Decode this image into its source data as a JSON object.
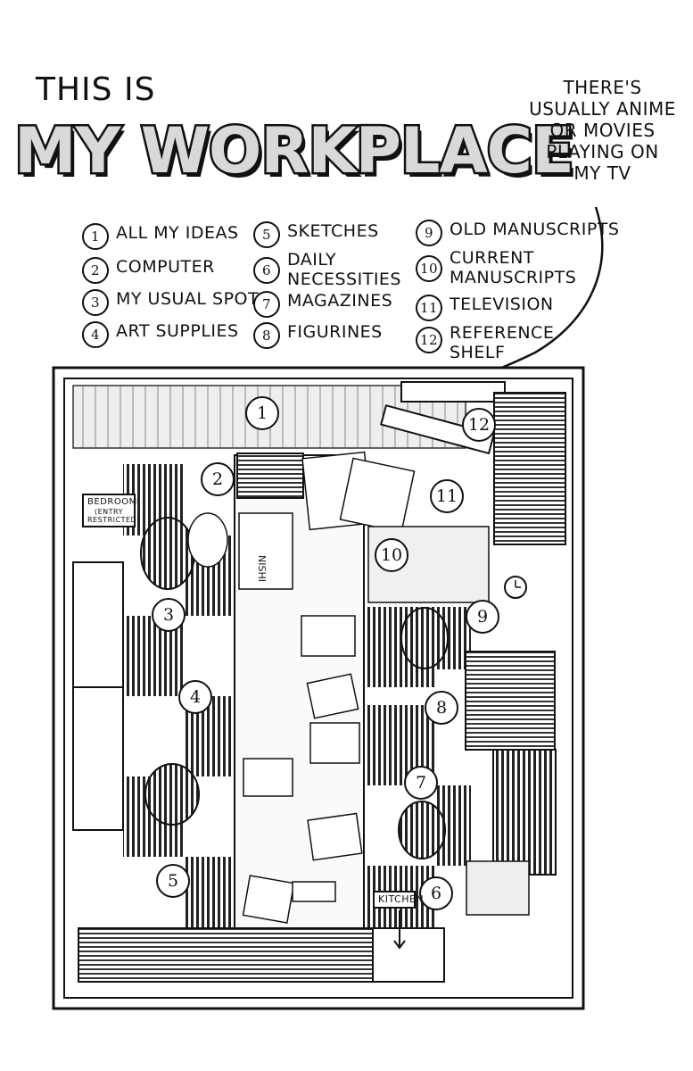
{
  "title": {
    "small": "THIS IS",
    "big": "MY WORKPLACE"
  },
  "note": [
    "THERE'S",
    "USUALLY ANIME",
    "OR MOVIES",
    "PLAYING ON",
    "MY TV"
  ],
  "legend": [
    {
      "num": "1",
      "lines": [
        "ALL MY IDEAS"
      ]
    },
    {
      "num": "2",
      "lines": [
        "COMPUTER"
      ]
    },
    {
      "num": "3",
      "lines": [
        "MY USUAL SPOT"
      ]
    },
    {
      "num": "4",
      "lines": [
        "ART SUPPLIES"
      ]
    },
    {
      "num": "5",
      "lines": [
        "SKETCHES"
      ]
    },
    {
      "num": "6",
      "lines": [
        "DAILY",
        "NECESSITIES"
      ]
    },
    {
      "num": "7",
      "lines": [
        "MAGAZINES"
      ]
    },
    {
      "num": "8",
      "lines": [
        "FIGURINES"
      ]
    },
    {
      "num": "9",
      "lines": [
        "OLD MANUSCRIPTS"
      ]
    },
    {
      "num": "10",
      "lines": [
        "CURRENT",
        "MANUSCRIPTS"
      ]
    },
    {
      "num": "11",
      "lines": [
        "TELEVISION"
      ]
    },
    {
      "num": "12",
      "lines": [
        "REFERENCE",
        "SHELF"
      ]
    }
  ],
  "signs": {
    "bedroom": "BEDROOM",
    "bedroom_note": "(ENTRY RESTRICTED)",
    "kitchen": "KITCHEN",
    "paper": "NISHI"
  },
  "callouts": [
    "1",
    "2",
    "3",
    "4",
    "5",
    "6",
    "7",
    "8",
    "9",
    "10",
    "11",
    "12"
  ]
}
